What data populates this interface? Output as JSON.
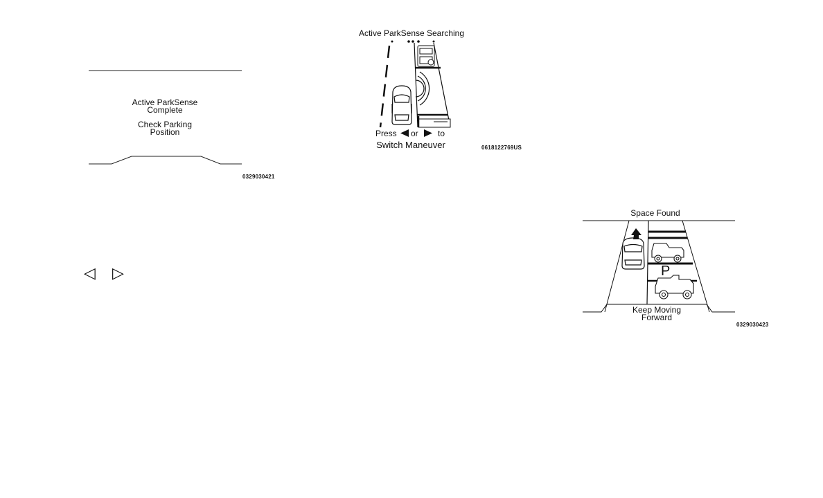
{
  "figures": [
    {
      "id": "complete",
      "lines": [
        "Active ParkSense",
        "Complete",
        "Check Parking",
        "Position"
      ],
      "code": "0329030421"
    },
    {
      "id": "searching",
      "title": "Active ParkSense Searching",
      "press_prefix": "Press",
      "press_or": "or",
      "press_suffix": "to",
      "caption": "Switch Maneuver",
      "code": "0618122769US"
    },
    {
      "id": "space-found",
      "title": "Space Found",
      "parking_marker": "P",
      "lines": [
        "Keep Moving",
        "Forward"
      ],
      "code": "0329030423"
    }
  ],
  "arrows": {
    "left": "◁",
    "right": "▷"
  },
  "colors": {
    "ink": "#111111",
    "background": "#ffffff"
  }
}
